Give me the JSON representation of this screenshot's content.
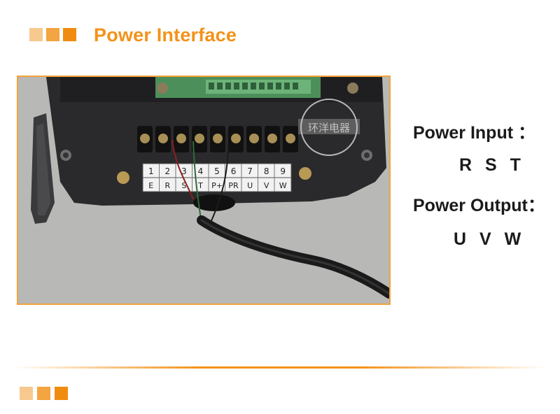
{
  "header": {
    "title": "Power Interface"
  },
  "photo": {
    "terminal_numbers": [
      "1",
      "2",
      "3",
      "4",
      "5",
      "6",
      "7",
      "8",
      "9"
    ],
    "terminal_labels": [
      "E",
      "R",
      "S",
      "T",
      "P+",
      "PR",
      "U",
      "V",
      "W"
    ],
    "stamp_text": "环洋电器"
  },
  "labels": {
    "power_input": "Power Input  ：",
    "power_input_terminals": "R S T",
    "power_output": "Power Output：",
    "power_output_terminals": "U V W"
  },
  "colors": {
    "accent": "#f3921a",
    "accent_light": "#f7c98e",
    "accent_mid": "#f4a441"
  },
  "icons": [
    "square-bullet-icon"
  ]
}
